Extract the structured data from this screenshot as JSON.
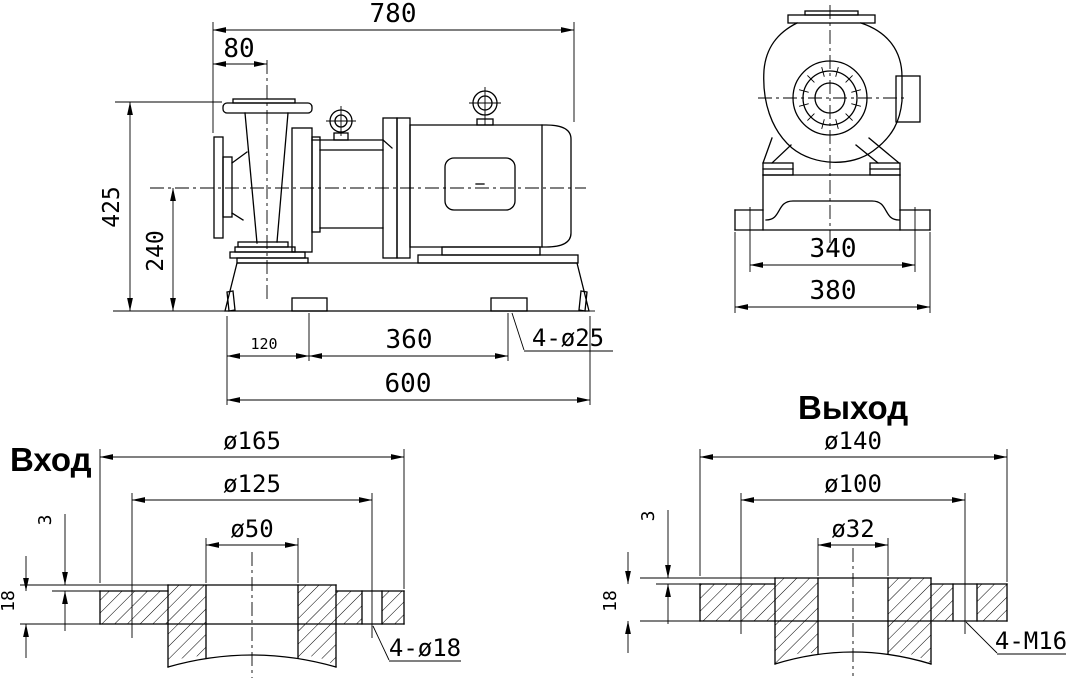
{
  "side_view": {
    "dim_overall_length": "780",
    "dim_inlet_offset": "80",
    "dim_overall_height": "425",
    "dim_axis_height": "240",
    "dim_foot_offset": "120",
    "dim_foot_spacing": "360",
    "dim_base_length": "600",
    "label_anchor_holes": "4-ø25"
  },
  "front_view": {
    "dim_foot_span": "340",
    "dim_base_width": "380"
  },
  "inlet_flange": {
    "title": "Вход",
    "dim_outer_diameter": "ø165",
    "dim_bolt_circle": "ø125",
    "dim_bore": "ø50",
    "dim_face_height": "3",
    "dim_thickness": "18",
    "label_bolt_holes": "4-ø18"
  },
  "outlet_flange": {
    "title": "Выход",
    "dim_outer_diameter": "ø140",
    "dim_bolt_circle": "ø100",
    "dim_bore": "ø32",
    "dim_face_height": "3",
    "dim_thickness": "18",
    "label_bolt_holes": "4-M16"
  },
  "colors": {
    "line_color": "#000000",
    "background": "#ffffff"
  }
}
